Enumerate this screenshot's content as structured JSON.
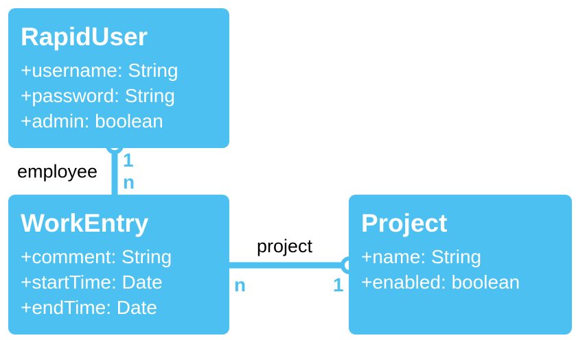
{
  "entities": {
    "rapiduser": {
      "title": "RapidUser",
      "attributes": [
        "+username: String",
        "+password: String",
        "+admin: boolean"
      ]
    },
    "workentry": {
      "title": "WorkEntry",
      "attributes": [
        "+comment: String",
        "+startTime: Date",
        "+endTime: Date"
      ]
    },
    "project": {
      "title": "Project",
      "attributes": [
        "+name: String",
        "+enabled: boolean"
      ]
    }
  },
  "relations": {
    "employee": {
      "label": "employee",
      "mult_source": "1",
      "mult_target": "n"
    },
    "project": {
      "label": "project",
      "mult_source": "n",
      "mult_target": "1"
    }
  },
  "colors": {
    "entity_fill": "#4cc1f1",
    "entity_text": "#ffffff",
    "label_text": "#000000"
  }
}
